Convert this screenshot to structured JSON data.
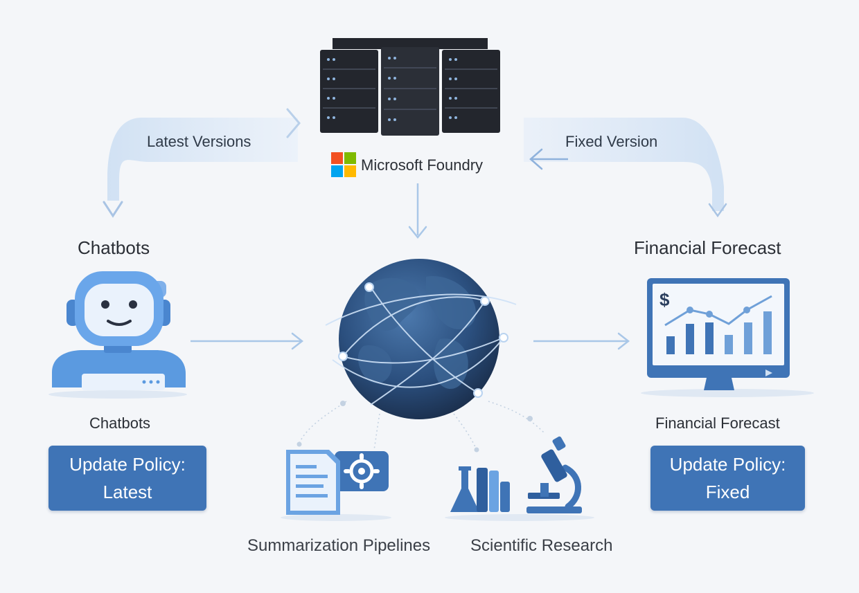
{
  "top": {
    "brand_name": "Microsoft Foundry",
    "brand_icon": "microsoft-logo-icon",
    "server_icon": "server-rack-icon"
  },
  "flows": {
    "left_label": "Latest Versions",
    "right_label": "Fixed Version"
  },
  "left": {
    "title": "Chatbots",
    "icon": "chatbot-robot-icon",
    "caption": "Chatbots",
    "policy_line1": "Update Policy:",
    "policy_line2": "Latest"
  },
  "right": {
    "title": "Financial Forecast",
    "icon": "financial-dashboard-icon",
    "caption": "Financial Forecast",
    "policy_line1": "Update Policy:",
    "policy_line2": "Fixed"
  },
  "center": {
    "icon": "globe-network-icon"
  },
  "bottom": {
    "summarization_label": "Summarization Pipelines",
    "summarization_icon": "document-gear-icon",
    "research_label": "Scientific Research",
    "research_icon": "lab-microscope-icon"
  },
  "colors": {
    "accent": "#3f74b6",
    "server": "#23262d",
    "ms_red": "#f25022",
    "ms_green": "#7fba00",
    "ms_blue": "#00a4ef",
    "ms_yellow": "#ffb900"
  }
}
